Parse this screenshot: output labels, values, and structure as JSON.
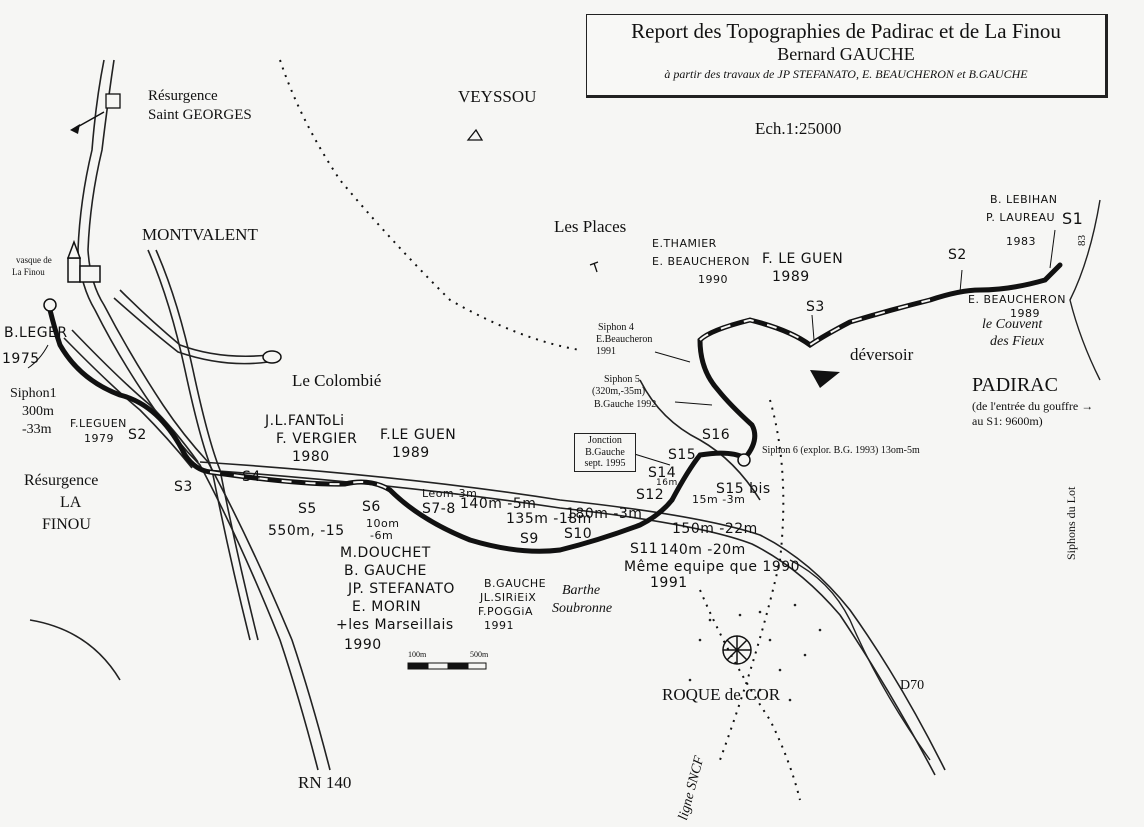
{
  "title": {
    "line1": "Report des Topographies de Padirac et de La Finou",
    "line2": "Bernard GAUCHE",
    "line3": "à partir des travaux de JP STEFANATO, E. BEAUCHERON et B.GAUCHE"
  },
  "scale_text": "Ech.1:25000",
  "scale_bar": {
    "left": "100m",
    "right": "500m"
  },
  "places": {
    "veyssou": "VEYSSOU",
    "montvalent": "MONTVALENT",
    "les_places": "Les Places",
    "le_colombie": "Le Colombié",
    "padirac": "PADIRAC",
    "padirac_note_1": "(de l'entrée du gouffre →",
    "padirac_note_2": "au S1: 9600m)",
    "roque_de_cor": "ROQUE de COR",
    "d70": "D70",
    "rn140": "RN 140",
    "ligne_sncf": "ligne SNCF",
    "siphons_du_lot": "Siphons du Lot",
    "deversoir": "déversoir",
    "couvent_1": "le Couvent",
    "couvent_2": "des Fieux",
    "barthe_1": "Barthe",
    "barthe_2": "Soubronne"
  },
  "resurgences": {
    "saint_georges_1": "Résurgence",
    "saint_georges_2": "Saint GEORGES",
    "finou_1": "Résurgence",
    "finou_2": "LA",
    "finou_3": "FINOU",
    "vasque_1": "vasque de",
    "vasque_2": "La Finou"
  },
  "siphons": {
    "s1": "S1",
    "s2": "S2",
    "s2b": "S2",
    "s3": "S3",
    "s3b": "S3",
    "s4": "S4",
    "s5": "S5",
    "s5_info": "550m, -15",
    "s6": "S6",
    "s6_info1": "10om",
    "s6_info2": "-6m",
    "s78": "S7-8",
    "s78_info": "140m -5m",
    "s78_top": "Leom-3m",
    "s9": "S9",
    "s9_info": "135m -18m",
    "s10": "S10",
    "s10_info": "180m -3m",
    "s11": "S11",
    "s11_info": "140m -20m",
    "s12": "S12",
    "s12_info": "150m -22m",
    "s13_info": "15m -3m",
    "s14": "S14",
    "s14_info": "16m",
    "s15": "S15",
    "s15bis": "S15 bis",
    "s16": "S16",
    "siphon1_1": "Siphon1",
    "siphon1_2": "300m",
    "siphon1_3": "-33m",
    "siphon4_1": "Siphon 4",
    "siphon4_2": "E.Beaucheron",
    "siphon4_3": "1991",
    "siphon5_1": "Siphon 5",
    "siphon5_2": "(320m,-35m)",
    "siphon5_3": "B.Gauche 1992",
    "siphon6": "Siphon 6 (explor. B.G. 1993) 13om-5m",
    "jonction_1": "Jonction",
    "jonction_2": "B.Gauche",
    "jonction_3": "sept. 1995",
    "num83": "83"
  },
  "explorers": {
    "leger_1": "B.LEGER",
    "leger_2": "1975",
    "leguen_a_1": "F.LEGUEN",
    "leguen_a_2": "1979",
    "fantoli_1": "J.L.FANToLi",
    "fantoli_2": "F. VERGIER",
    "fantoli_3": "1980",
    "leguen_b_1": "F.LE GUEN",
    "leguen_b_2": "1989",
    "douchet_1": "M.DOUCHET",
    "douchet_2": "B. GAUCHE",
    "douchet_3": "JP. STEFANATO",
    "douchet_4": "E. MORIN",
    "douchet_5": "+les Marseillais",
    "douchet_6": "1990",
    "gauche_1": "B.GAUCHE",
    "gauche_2": "JL.SIRiEiX",
    "gauche_3": "F.POGGiA",
    "gauche_4": "1991",
    "meme_1": "Même equipe que 1990",
    "meme_2": "1991",
    "thamier_1": "E.THAMIER",
    "thamier_2": "E. BEAUCHERON",
    "thamier_3": "1990",
    "leguen_c_1": "F. LE GUEN",
    "leguen_c_2": "1989",
    "lebihan_1": "B. LEBIHAN",
    "lebihan_2": "P. LAUREAU",
    "lebihan_3": "1983",
    "beaucheron_1": "E. BEAUCHERON",
    "beaucheron_2": "1989"
  }
}
